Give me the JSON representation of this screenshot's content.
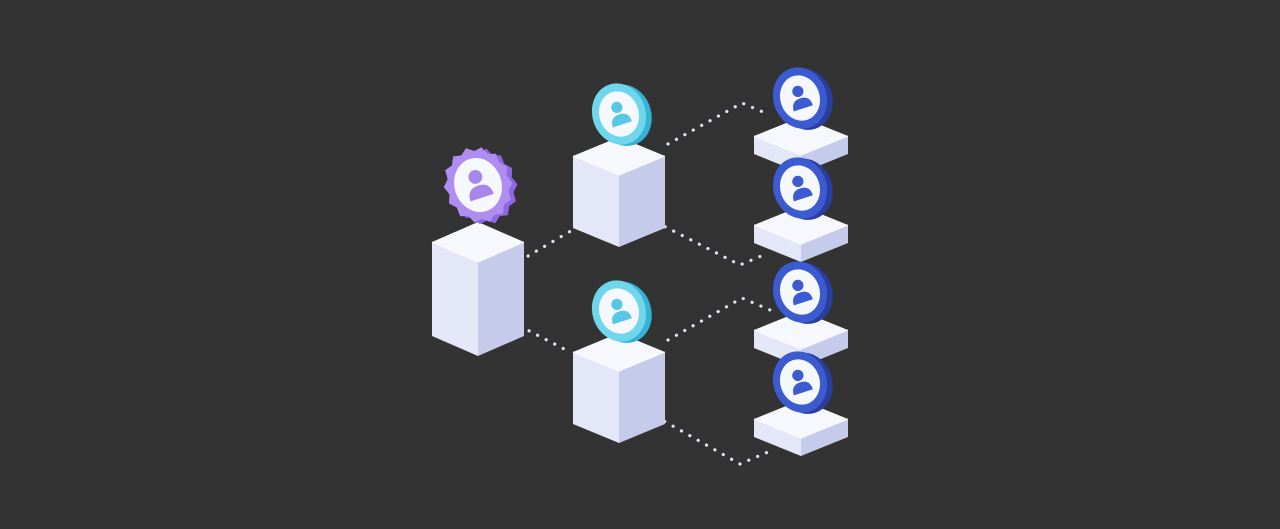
{
  "colors": {
    "background": "#333333",
    "connector": "#dfe3f5",
    "block_top": "#f7f8fd",
    "block_left": "#e4e7f7",
    "block_right": "#c6cbec",
    "root_badge": "#b08df0",
    "root_badge_dark": "#8f67e0",
    "tier1_badge": "#6fd6ec",
    "tier1_badge_dark": "#35b2d6",
    "tier2_badge": "#3c5bd0",
    "tier2_badge_dark": "#2a3e9e",
    "badge_face": "#f6f8ff",
    "root_person": "#a887ea",
    "tier1_person": "#58c7e4",
    "tier2_person": "#3c5bd0"
  },
  "hierarchy": {
    "root": {
      "id": "root",
      "badge_style": "scalloped",
      "icon": "person-icon",
      "children": [
        "tier1-a",
        "tier1-b"
      ]
    },
    "tier1": [
      {
        "id": "tier1-a",
        "badge_style": "round",
        "icon": "person-icon",
        "children": [
          "tier2-a",
          "tier2-b"
        ]
      },
      {
        "id": "tier1-b",
        "badge_style": "round",
        "icon": "person-icon",
        "children": [
          "tier2-c",
          "tier2-d"
        ]
      }
    ],
    "tier2": [
      {
        "id": "tier2-a",
        "badge_style": "round",
        "icon": "person-icon"
      },
      {
        "id": "tier2-b",
        "badge_style": "round",
        "icon": "person-icon"
      },
      {
        "id": "tier2-c",
        "badge_style": "round",
        "icon": "person-icon"
      },
      {
        "id": "tier2-d",
        "badge_style": "round",
        "icon": "person-icon"
      }
    ]
  }
}
